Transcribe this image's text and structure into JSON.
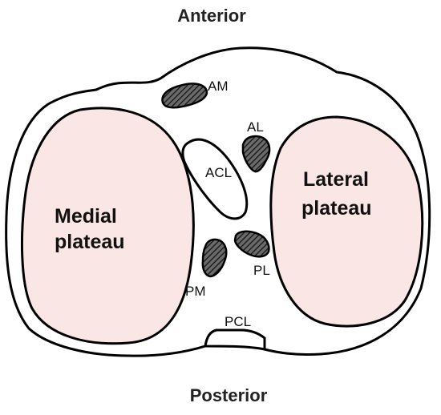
{
  "orientation": {
    "anterior": "Anterior",
    "posterior": "Posterior"
  },
  "plateaus": {
    "medial_line1": "Medial",
    "medial_line2": "plateau",
    "lateral_line1": "Lateral",
    "lateral_line2": "plateau"
  },
  "insertions": {
    "am": "AM",
    "al": "AL",
    "acl": "ACL",
    "pm": "PM",
    "pl": "PL",
    "pcl": "PCL"
  },
  "colors": {
    "plateau_fill": "#fbe6e6",
    "outline": "#000000",
    "background": "#ffffff"
  },
  "icons": {
    "meniscal_horn": "hatched-oval-icon"
  }
}
